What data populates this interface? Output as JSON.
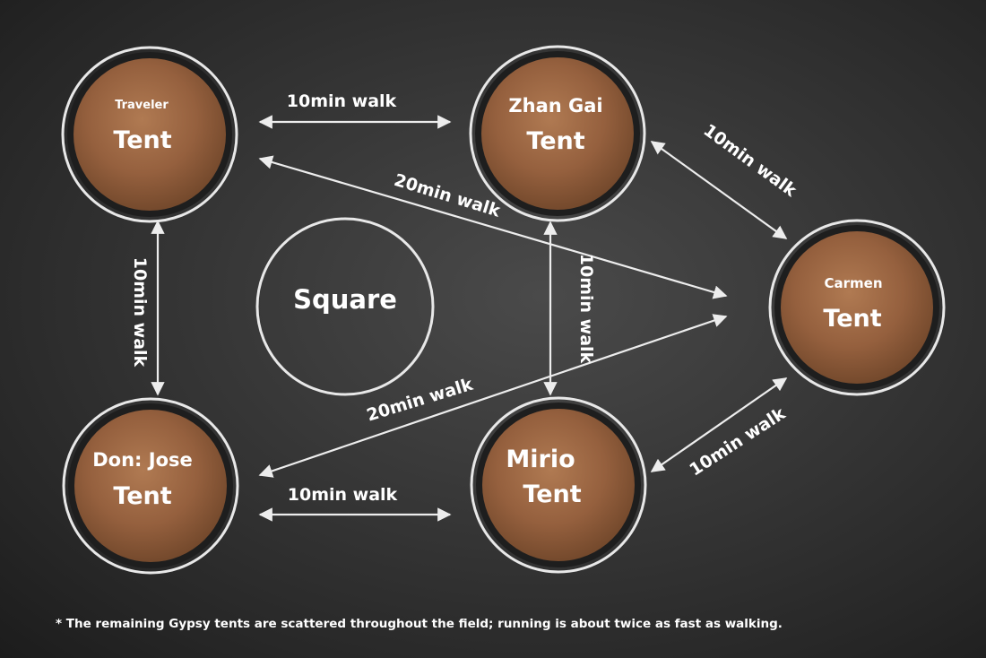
{
  "tents": {
    "traveler": {
      "name": "Traveler",
      "label": "Tent"
    },
    "zhangai": {
      "name": "Zhan Gai",
      "label": "Tent"
    },
    "carmen": {
      "name": "Carmen",
      "label": "Tent"
    },
    "donjose": {
      "name": "Don: Jose",
      "label": "Tent"
    },
    "mirio": {
      "name": "Mirio",
      "label": "Tent"
    }
  },
  "square": {
    "label": "Square"
  },
  "edges": {
    "traveler_zhangai": "10min walk",
    "traveler_carmen": "20min walk",
    "zhangai_carmen": "10min walk",
    "traveler_donjose": "10min walk",
    "zhangai_mirio": "10min walk",
    "donjose_carmen": "20min walk",
    "donjose_mirio": "10min walk",
    "mirio_carmen": "10min walk"
  },
  "footnote": "* The remaining Gypsy tents are scattered throughout the field; running is about twice as fast as walking.",
  "colors": {
    "copper": "#9a6a48",
    "line": "#ededed",
    "background": "#383838"
  }
}
